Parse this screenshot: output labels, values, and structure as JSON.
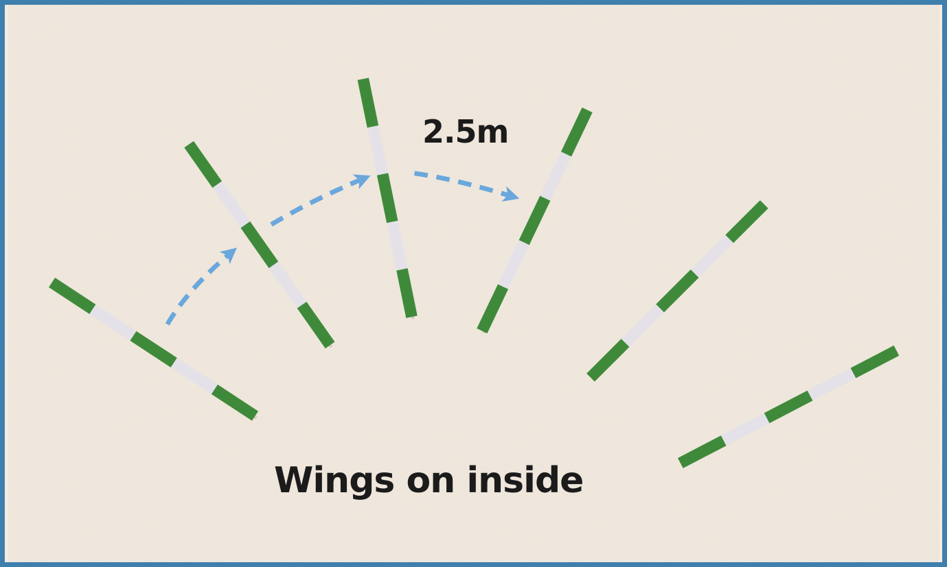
{
  "diagram": {
    "distance_label": "2.5m",
    "caption": "Wings on inside",
    "pole_count": 7,
    "arrow_count": 3,
    "colors": {
      "frame_border": "#3f7fae",
      "background": "#f4ece2",
      "pole_green": "#3f8a3a",
      "pole_white": "#e4e2e8",
      "arrow_blue": "#6aa7dc",
      "text": "#1b1b1b"
    }
  }
}
